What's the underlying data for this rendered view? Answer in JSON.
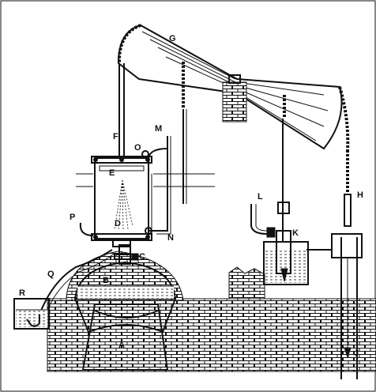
{
  "figure": {
    "labels": {
      "A": "A",
      "B": "B",
      "C": "C",
      "D": "D",
      "E": "E",
      "F": "F",
      "G": "G",
      "H": "H",
      "J": "J",
      "K": "K",
      "L": "L",
      "M": "M",
      "N": "N",
      "O": "O",
      "P": "P",
      "Q": "Q",
      "R": "R"
    }
  },
  "colors": {
    "ink": "#111111",
    "paper": "#ffffff"
  }
}
